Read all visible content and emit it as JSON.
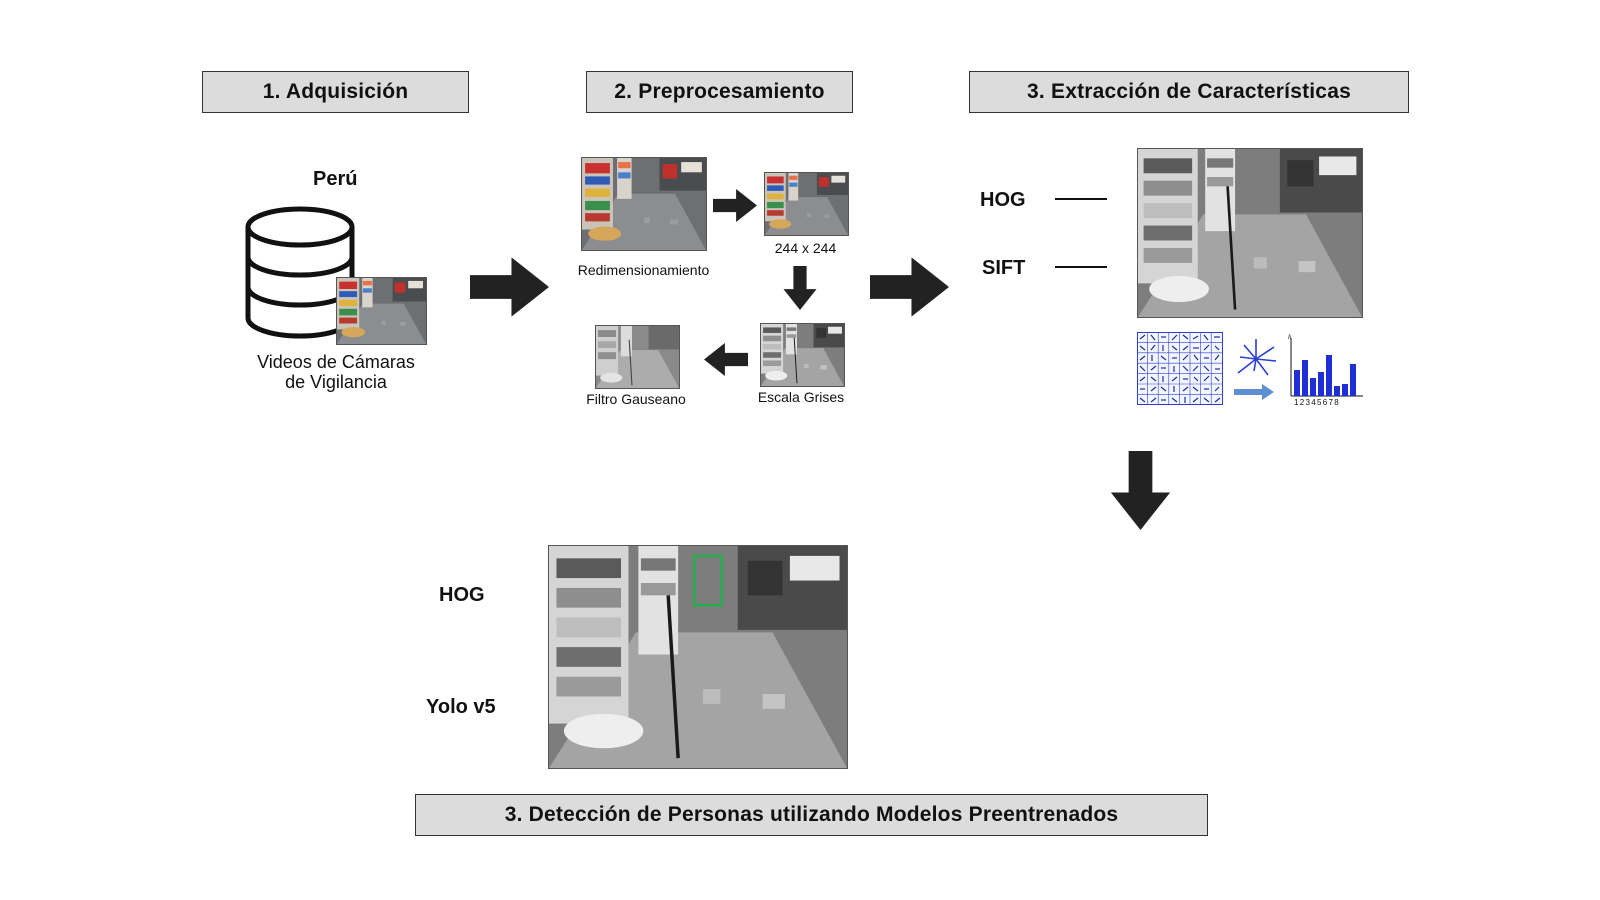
{
  "stages": {
    "acquisition": "1. Adquisición",
    "preprocessing": "2. Preprocesamiento",
    "features": "3.  Extracción de Características",
    "detection": "3.  Detección de Personas utilizando Modelos Preentrenados"
  },
  "acquisition": {
    "country": "Perú",
    "dataset_label_line1": "Videos de Cámaras",
    "dataset_label_line2": "de Vigilancia"
  },
  "preprocessing": {
    "resize_label": "Redimensionamiento",
    "size_label": "244 x 244",
    "grayscale_label": "Escala Grises",
    "gaussian_label": "Filtro Gauseano"
  },
  "features": {
    "method_1": "HOG",
    "method_2": "SIFT",
    "histogram_axis_label": "h",
    "histogram_ticks": "12345678"
  },
  "detection": {
    "model_1": "HOG",
    "model_2": "Yolo v5"
  },
  "colors": {
    "title_bg": "#dcdcdc",
    "arrow": "#222222",
    "detection_box": "#22b04b",
    "hog_blue": "#2a3fd6"
  },
  "icons": [
    "database-icon",
    "right-arrow-icon",
    "down-arrow-icon",
    "left-arrow-icon",
    "hog-grid-icon",
    "sift-star-icon",
    "histogram-icon"
  ]
}
